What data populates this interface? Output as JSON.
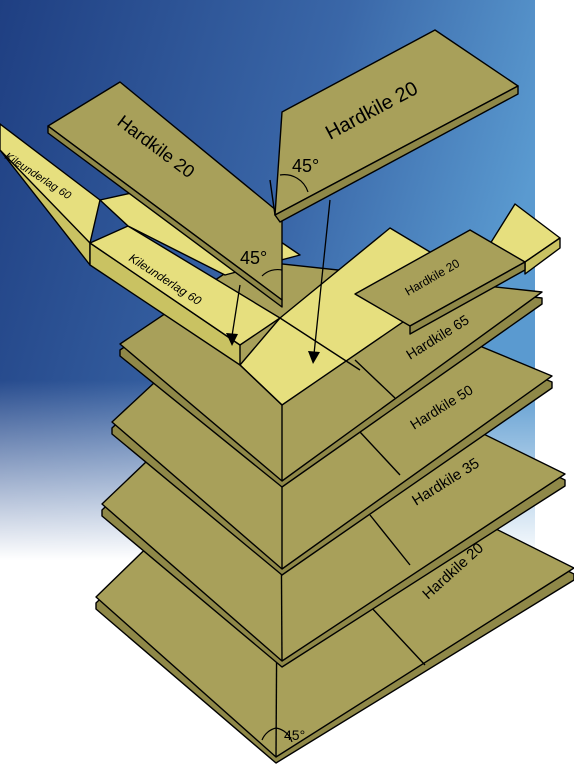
{
  "colors": {
    "board": "#a8a05a",
    "board_dark": "#8f8848",
    "underlay": "#e6df7e",
    "outline": "#000000",
    "background_top": "#2a4d8c",
    "background_right": "#4f8fc9"
  },
  "labels": {
    "top_wedge_left": "Hardkile 20",
    "top_wedge_right": "Hardkile 20",
    "angle_top_left": "45°",
    "angle_top_right": "45°",
    "underlay_left": "Kileunderlag 60",
    "underlay_mid": "Kileunderlag 60",
    "right_strip": "Hardkile 20",
    "layer_65": "Hardkile 65",
    "layer_50": "Hardkile 50",
    "layer_35": "Hardkile 35",
    "layer_20": "Hardkile 20",
    "angle_bottom": "45°"
  }
}
